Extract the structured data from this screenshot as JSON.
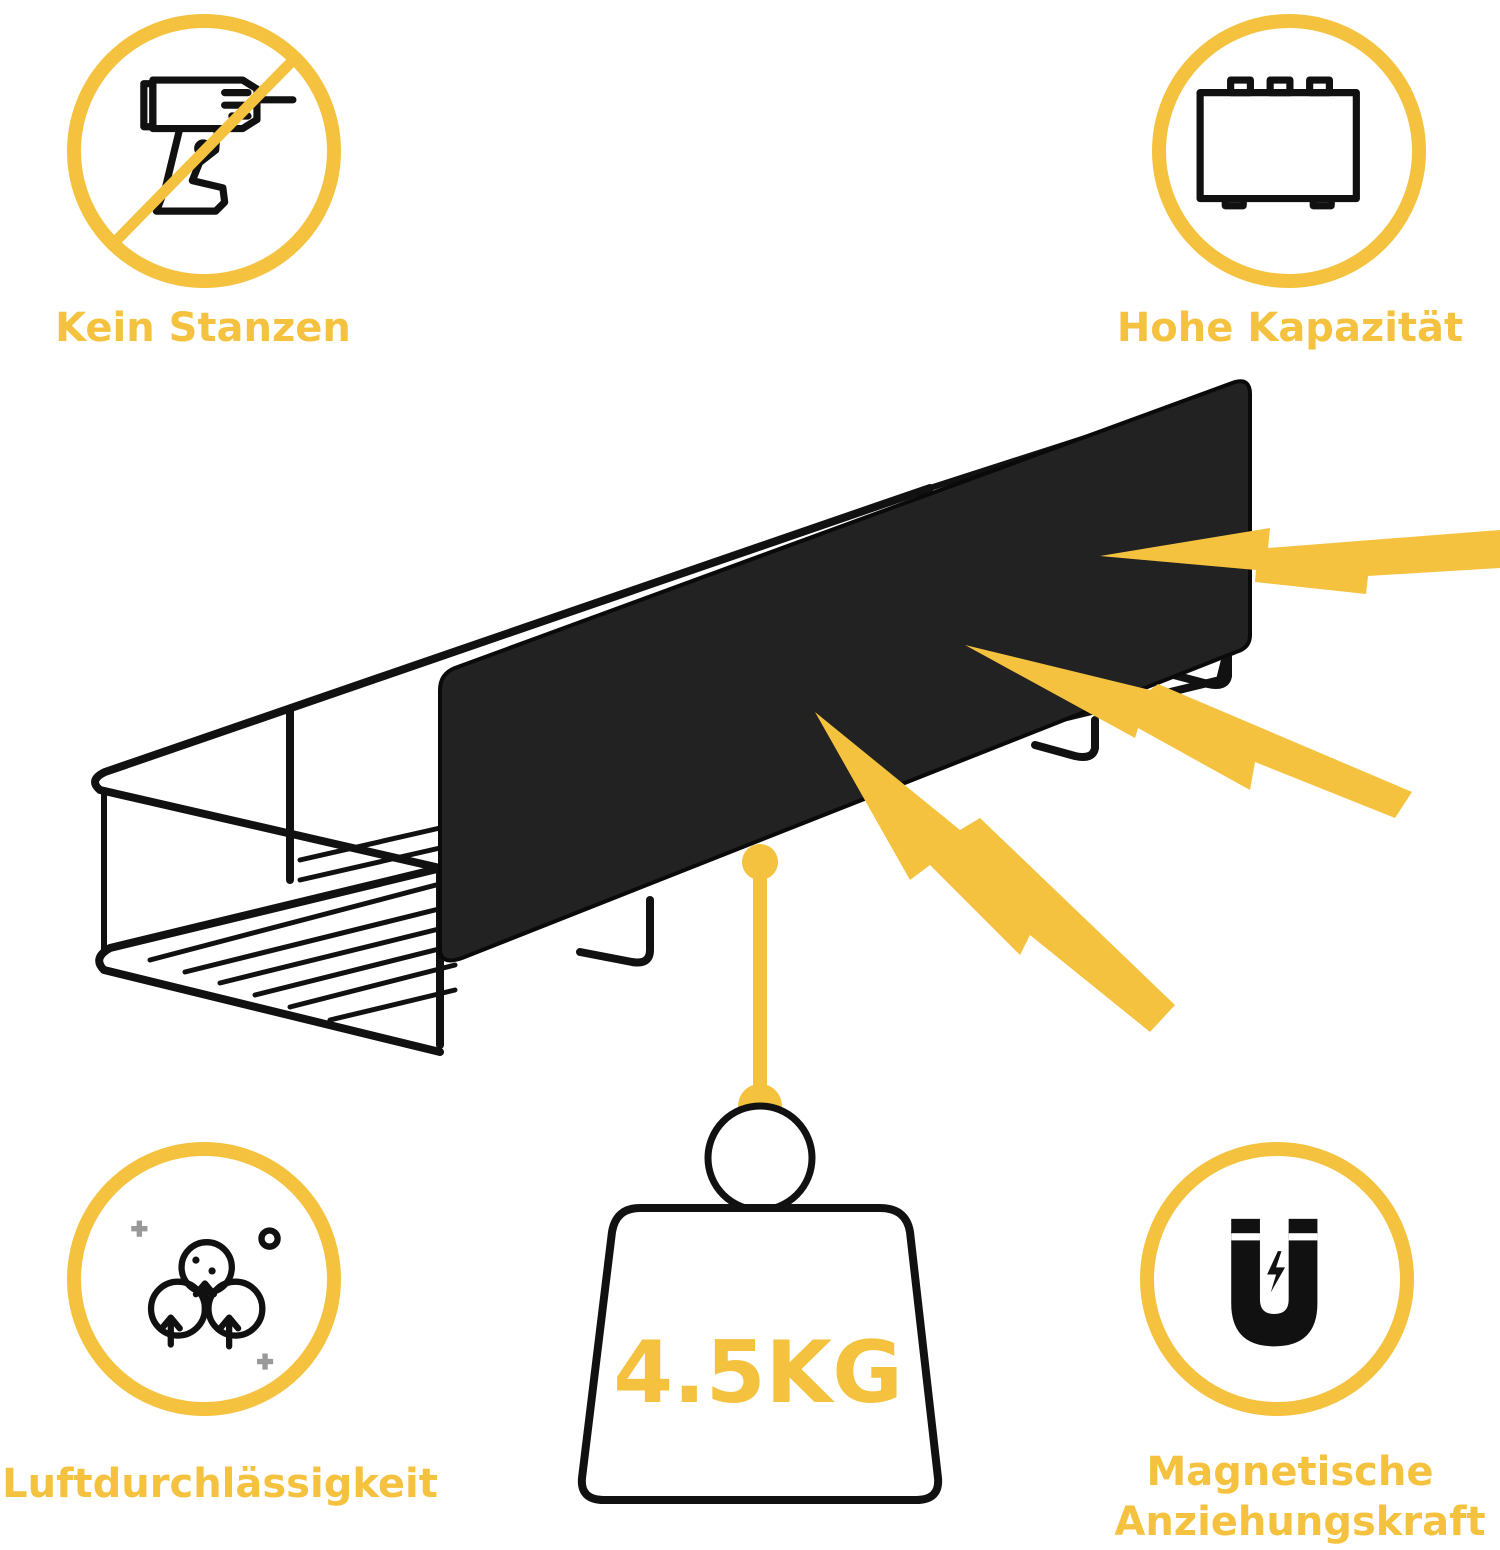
{
  "colors": {
    "accent": "#f4c23e",
    "ink": "#111111",
    "panel": "#222222"
  },
  "features": {
    "no_drilling": {
      "label": "Kein Stanzen",
      "icon": "no-drill-icon"
    },
    "capacity": {
      "label": "Hohe Kapazität",
      "icon": "storage-box-icon"
    },
    "breathable": {
      "label": "Luftdurchlässigkeit",
      "icon": "airflow-icon"
    },
    "magnetic": {
      "label_line1": "Magnetische",
      "label_line2": "Anziehungskraft",
      "icon": "magnet-icon"
    }
  },
  "weight": {
    "value": "4.5KG",
    "icon": "weight-icon"
  },
  "product": {
    "icon": "wire-shelf-basket"
  }
}
